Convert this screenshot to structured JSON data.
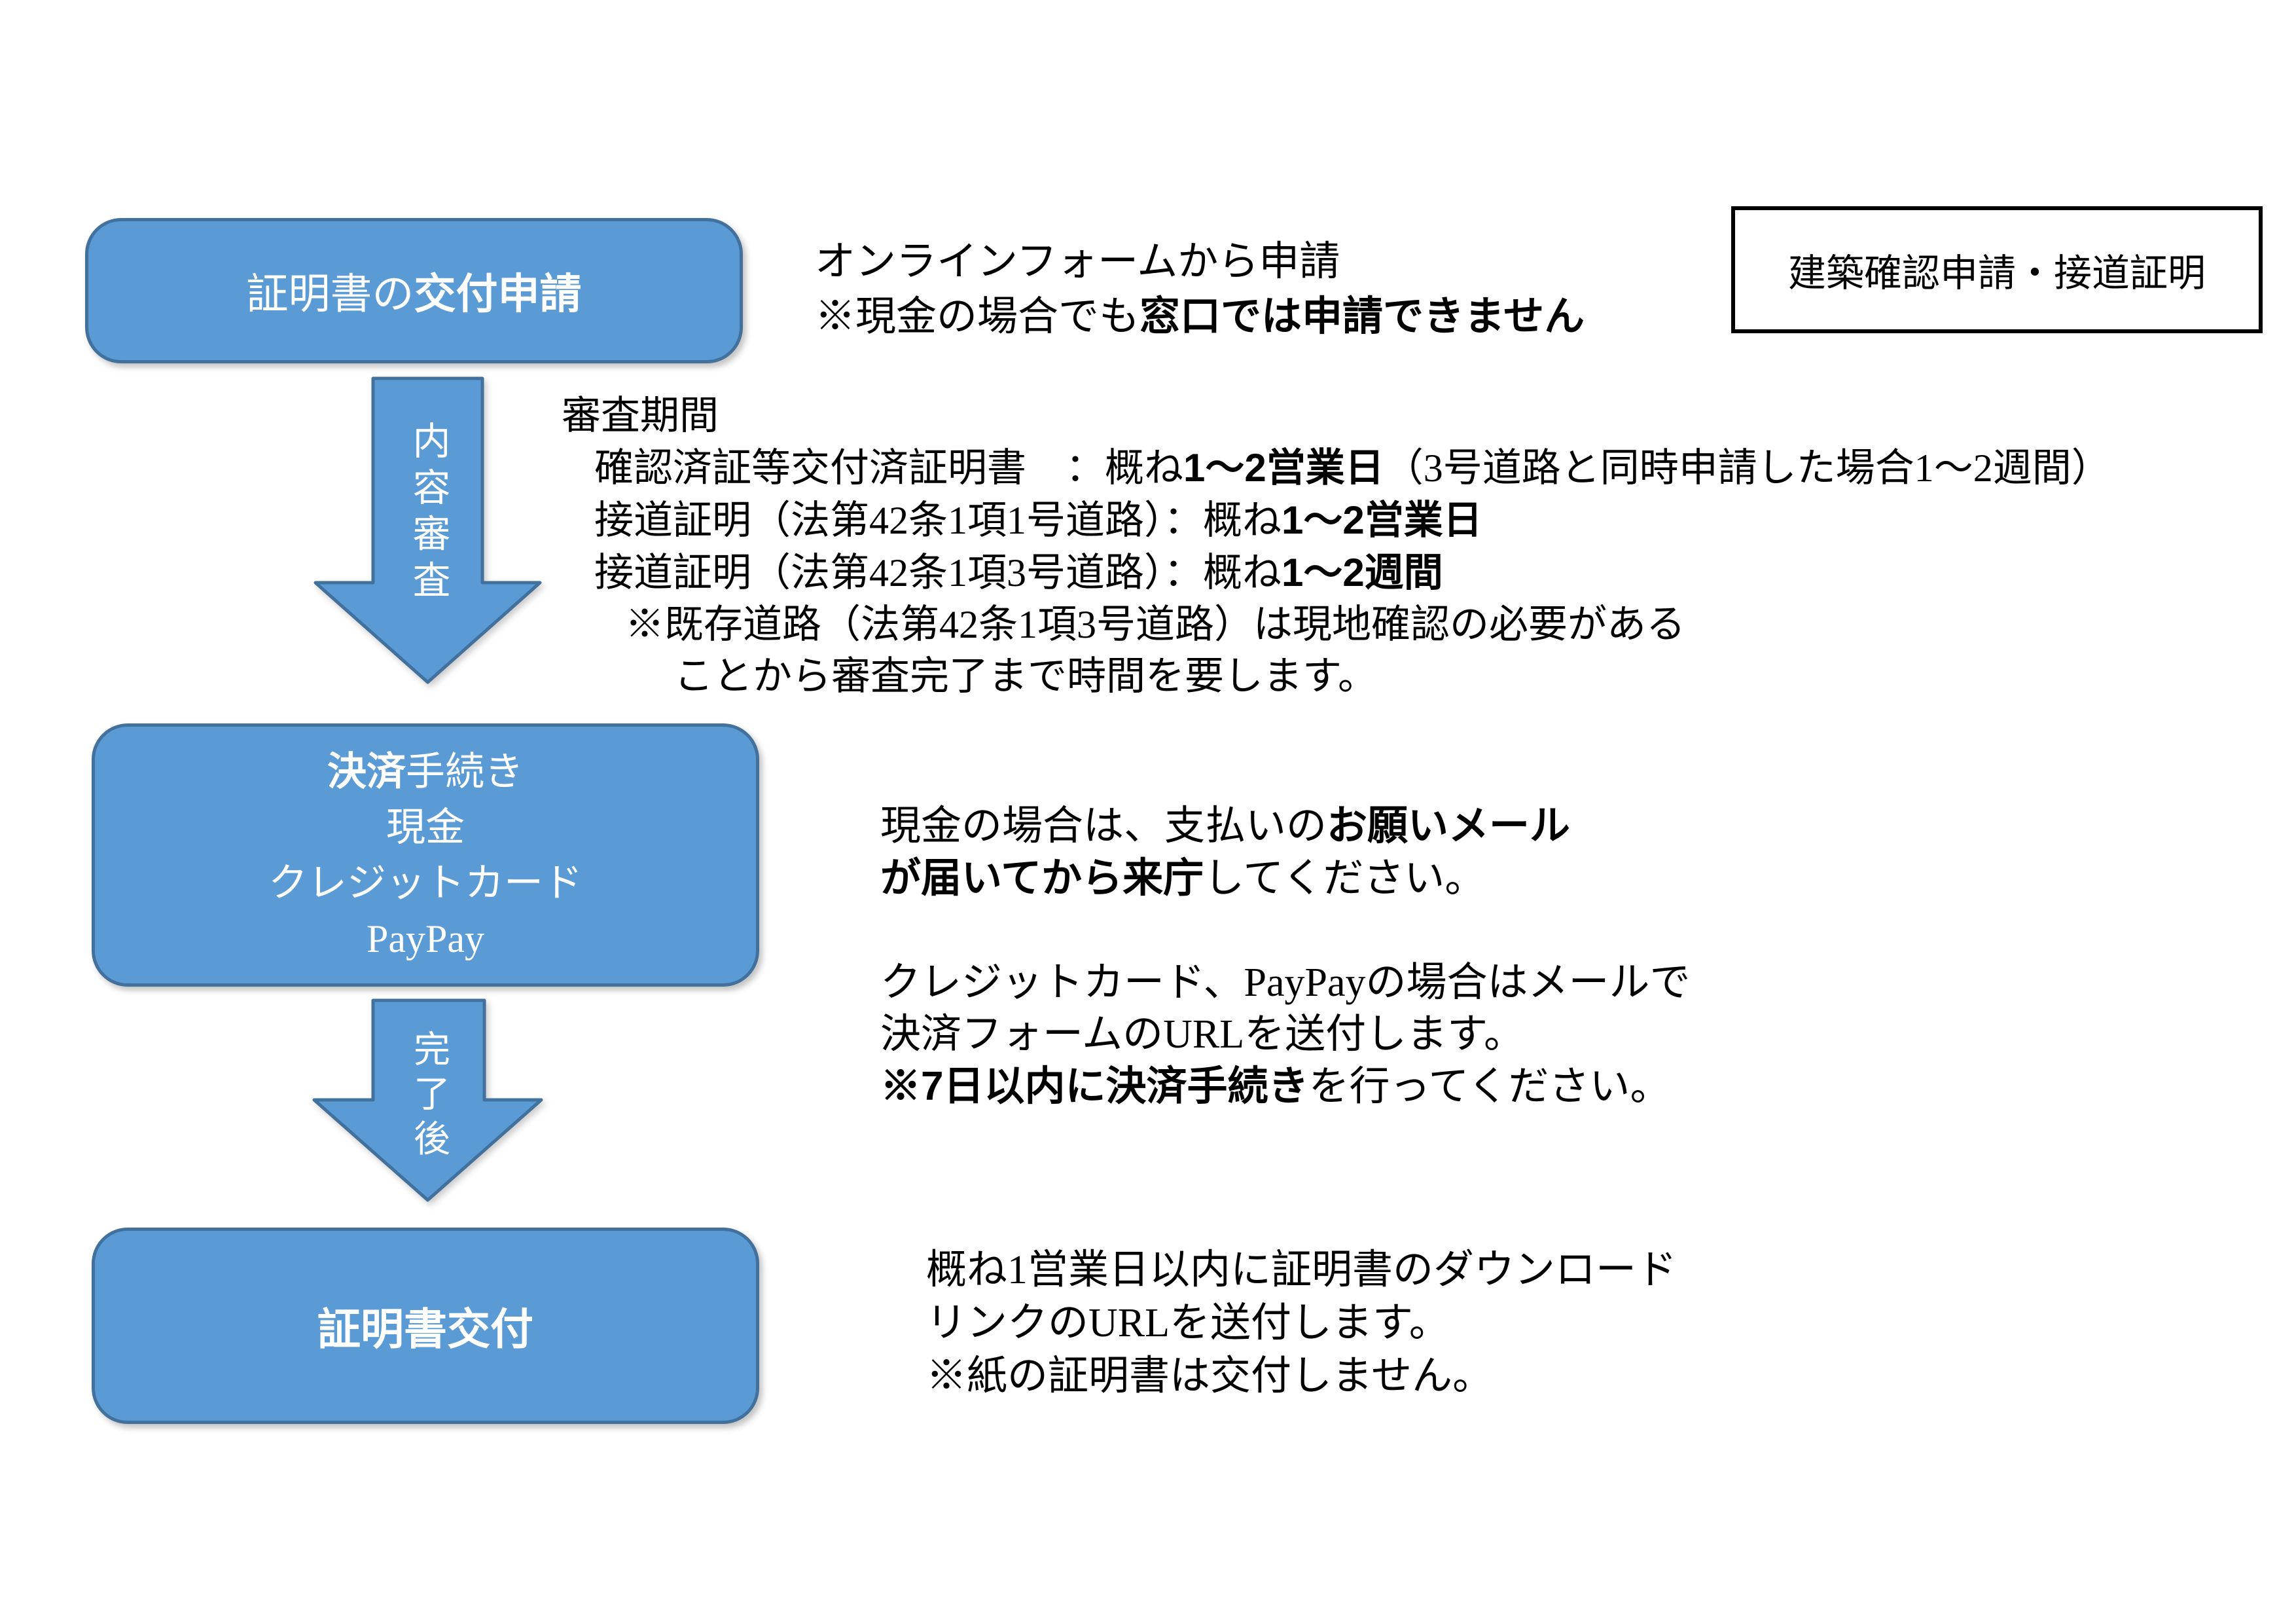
{
  "colors": {
    "page_bg": "#ffffff",
    "box_fill": "#5b9bd5",
    "box_border": "#41719c",
    "ref_border": "#000000",
    "text": "#000000"
  },
  "refbox": {
    "label": "建築確認申請・接道証明"
  },
  "box1": {
    "t_normal": "証明書の",
    "t_bold": "交付申請"
  },
  "note1": {
    "l1": "オンラインフォームから申請",
    "l2a": "※現金の場合でも",
    "l2b": "窓口では申請できません"
  },
  "arrow1": {
    "label": "内容審査"
  },
  "review": {
    "heading": "審査期間",
    "l1a": "確認済証等交付済証明書　：概ね",
    "l1b": "1～2営業日",
    "l1c": "（3号道路と同時申請した場合1～2週間）",
    "l2a": "接道証明（法第42条1項1号道路）：概ね",
    "l2b": "1～2営業日",
    "l3a": "接道証明（法第42条1項3号道路）：概ね",
    "l3b": "1～2週間",
    "l4": "※既存道路（法第42条1項3号道路）は現地確認の必要がある",
    "l5": "ことから審査完了まで時間を要します。"
  },
  "box2": {
    "t1_bold": "決済",
    "t1_normal": "手続き",
    "row2": "現金",
    "row3": "クレジットカード",
    "row4": "PayPay"
  },
  "note2": {
    "l1a": "現金の場合は、支払いの",
    "l1b": "お願いメール",
    "l2a": "が届いてから来庁",
    "l2b": "してください。"
  },
  "note3": {
    "l1": "クレジットカード、PayPayの場合はメールで",
    "l2": "決済フォームのURLを送付します。",
    "l3a": "※7日以内に決済手続き",
    "l3b": "を行ってください。"
  },
  "arrow2": {
    "label": "完了後"
  },
  "box3": {
    "title": "証明書交付"
  },
  "note4": {
    "l1": "概ね1営業日以内に証明書のダウンロード",
    "l2": "リンクのURLを送付します。",
    "l3": "※紙の証明書は交付しません。"
  }
}
